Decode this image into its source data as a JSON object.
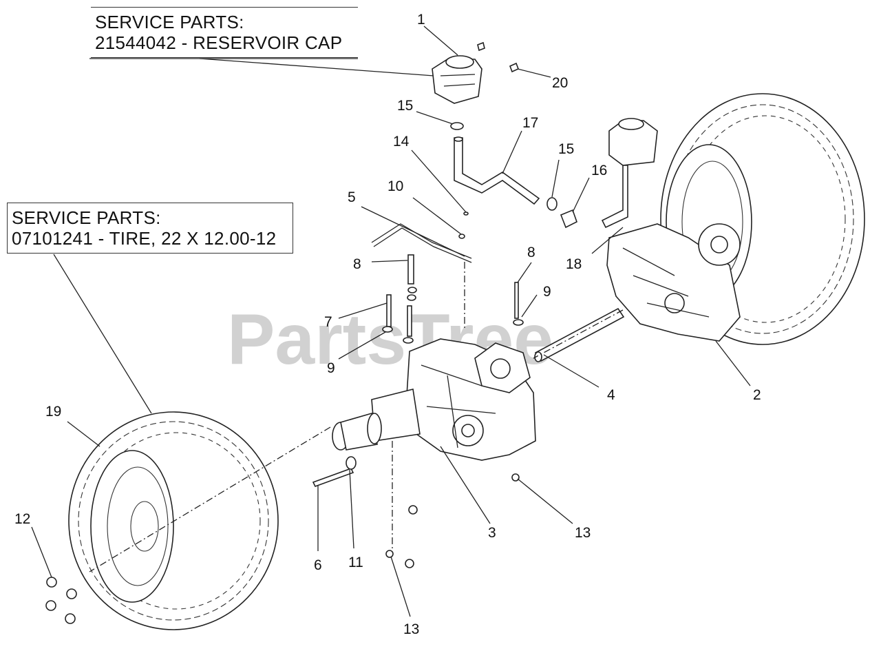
{
  "service_parts_cap": {
    "heading": "SERVICE PARTS:",
    "line": "21544042 - RESERVOIR CAP"
  },
  "service_parts_tire": {
    "heading": "SERVICE PARTS:",
    "line": "07101241 - TIRE, 22 X 12.00-12"
  },
  "watermark": "PartsTree",
  "callouts": {
    "c1": "1",
    "c20": "20",
    "c15a": "15",
    "c17": "17",
    "c14": "14",
    "c15b": "15",
    "c16": "16",
    "c10": "10",
    "c5": "5",
    "c18": "18",
    "c8a": "8",
    "c8b": "8",
    "c9a": "9",
    "c7": "7",
    "c9b": "9",
    "c4": "4",
    "c2": "2",
    "c19": "19",
    "c12": "12",
    "c3": "3",
    "c13a": "13",
    "c6": "6",
    "c11": "11",
    "c13b": "13"
  }
}
